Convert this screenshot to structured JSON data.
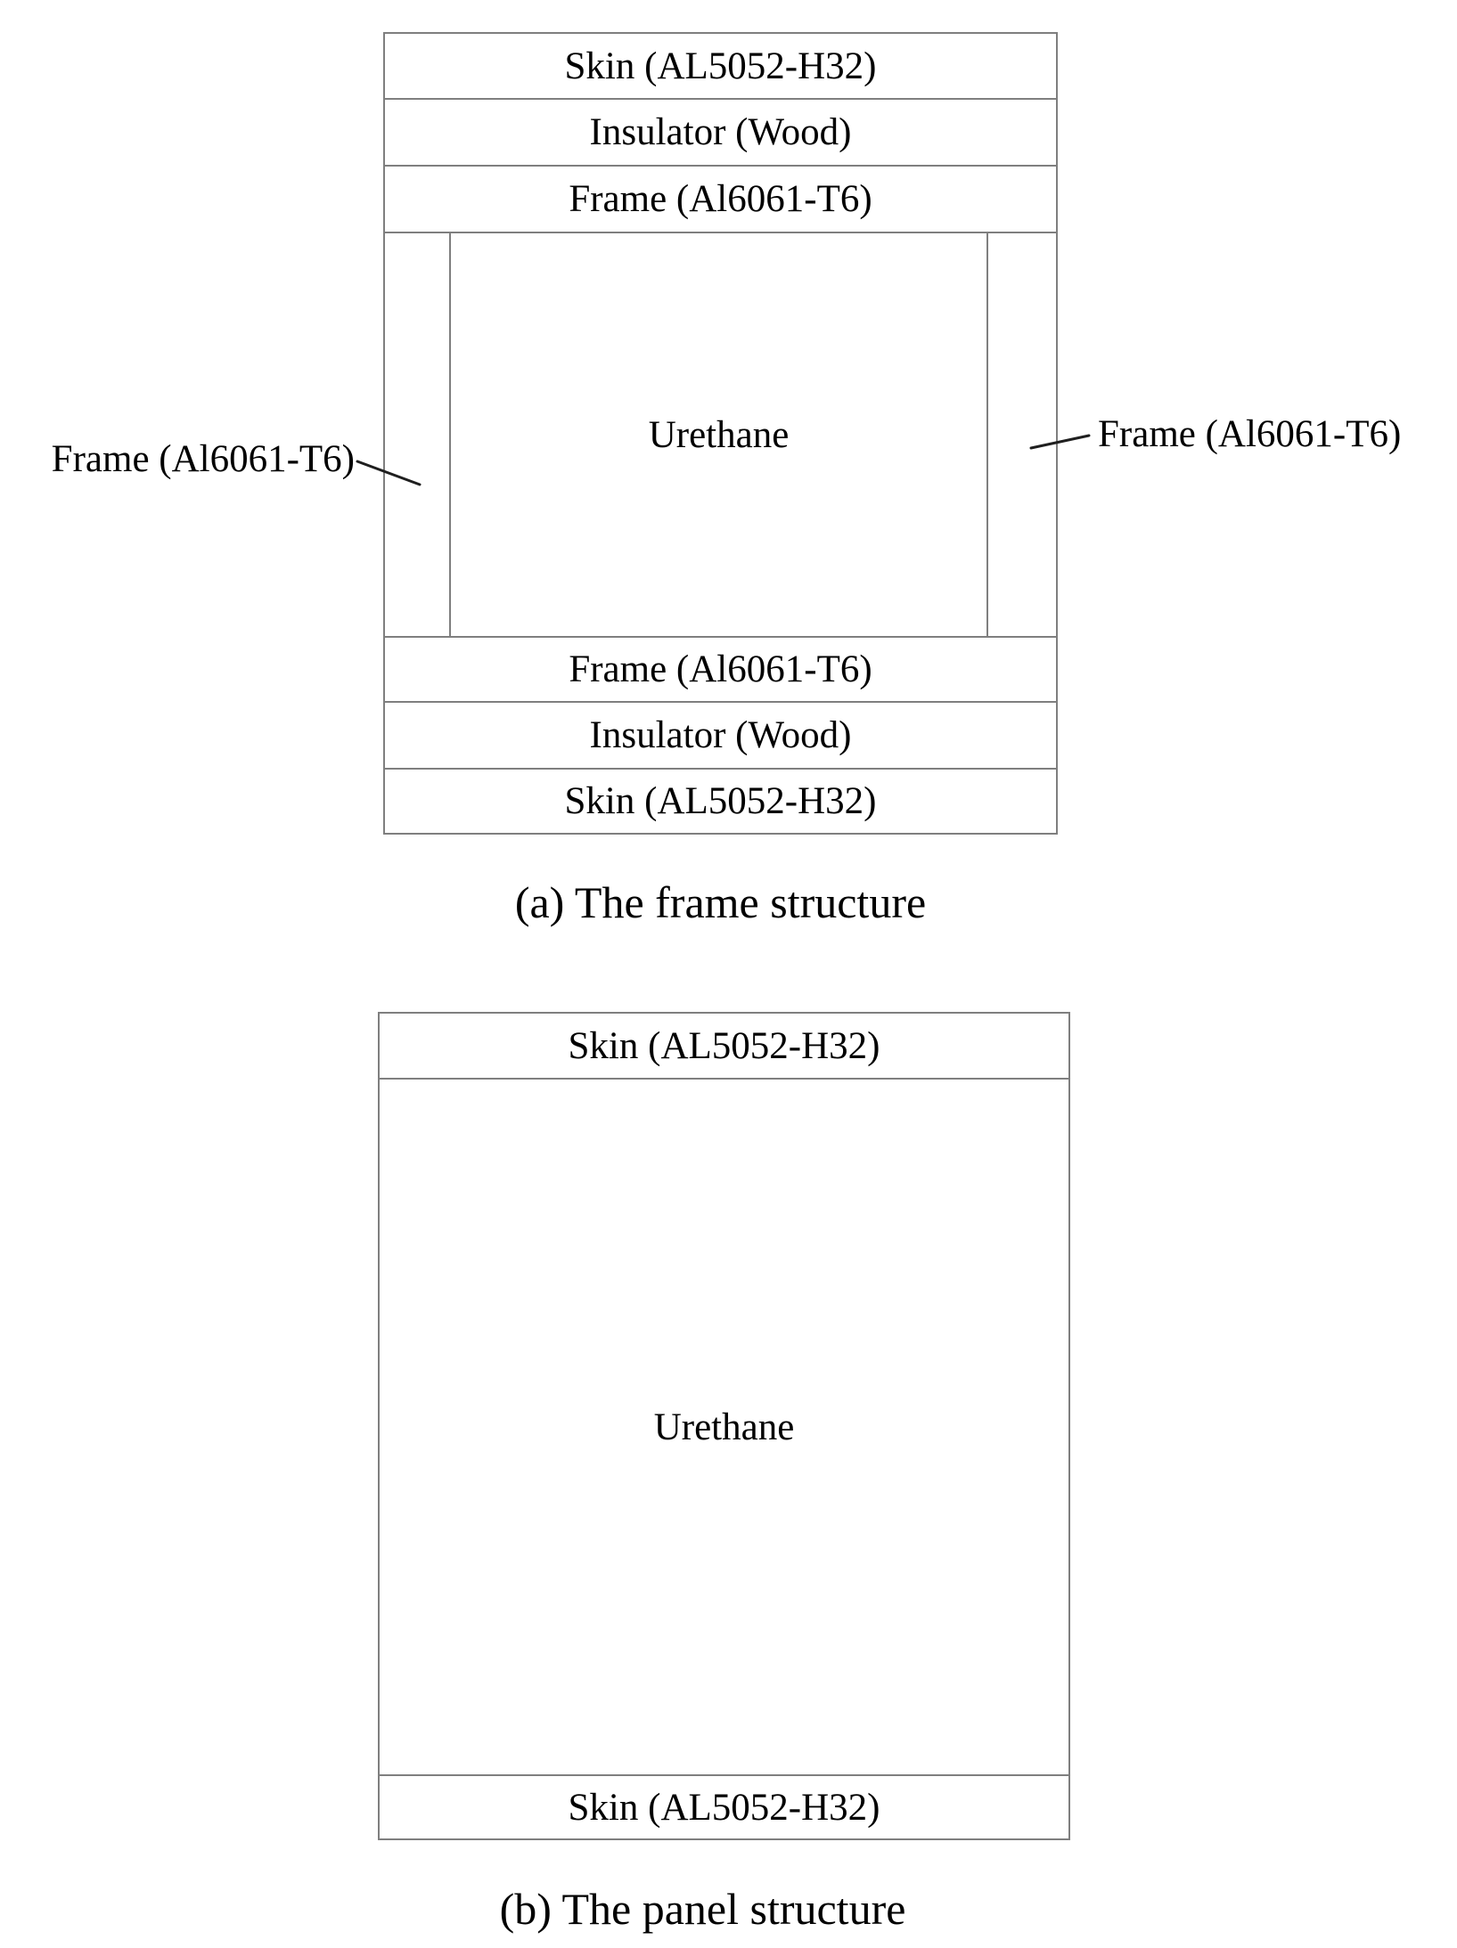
{
  "figure_a": {
    "caption": "(a) The frame structure",
    "layers_top": [
      "Skin (AL5052-H32)",
      "Insulator (Wood)",
      "Frame (Al6061-T6)"
    ],
    "core_label": "Urethane",
    "side_label_left": "Frame (Al6061-T6)",
    "side_label_right": "Frame (Al6061-T6)",
    "layers_bottom": [
      "Frame (Al6061-T6)",
      "Insulator (Wood)",
      "Skin (AL5052-H32)"
    ]
  },
  "figure_b": {
    "caption": "(b) The panel structure",
    "layer_top": "Skin (AL5052-H32)",
    "core_label": "Urethane",
    "layer_bottom": "Skin (AL5052-H32)"
  },
  "colors": {
    "box_line": "#7f7f7f",
    "leader_line": "#1f1f1f",
    "text": "#000000",
    "background": "#ffffff"
  }
}
